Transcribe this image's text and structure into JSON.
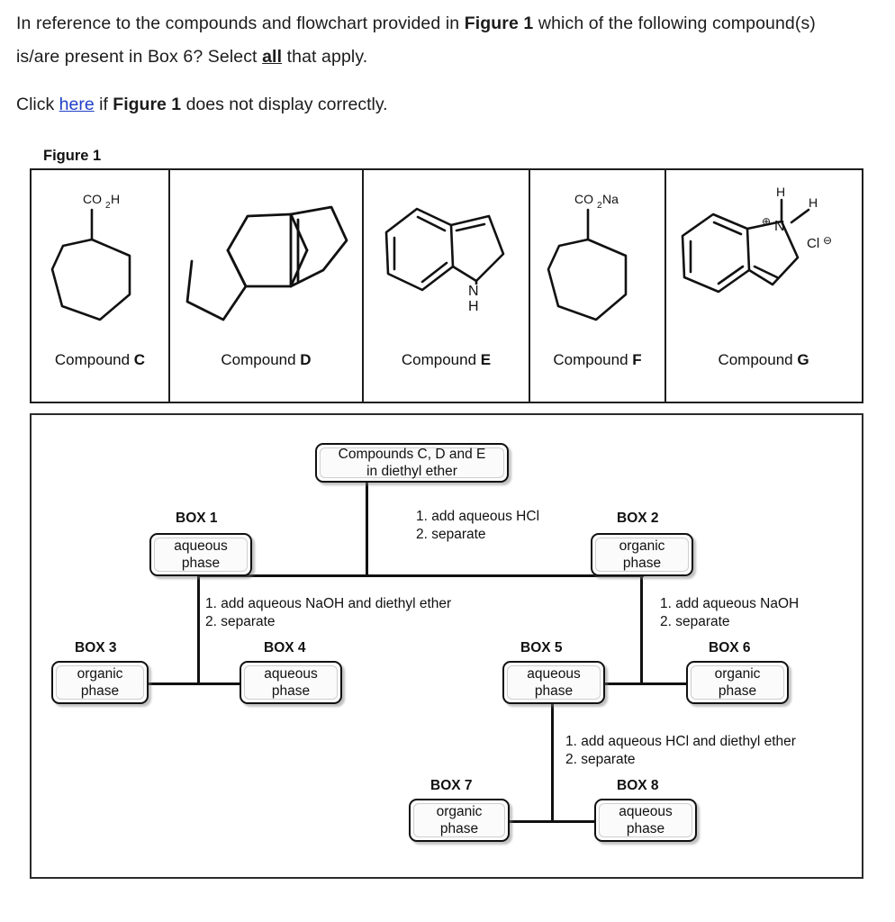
{
  "question": {
    "line1_a": "In reference to the compounds and flowchart provided in ",
    "line1_b": "Figure 1",
    "line1_c": " which of the following compound(s) is/are present in Box 6? Select ",
    "line1_d": "all",
    "line1_e": " that apply.",
    "click_a": "Click ",
    "click_link": "here",
    "click_b": " if ",
    "click_bold": "Figure 1",
    "click_c": " does not display correctly."
  },
  "figure": {
    "label": "Figure 1",
    "compounds": [
      {
        "id": "C",
        "label_prefix": "Compound ",
        "label_letter": "C",
        "formula": "CO2H",
        "structure": "cycloheptane-carboxylic-acid"
      },
      {
        "id": "D",
        "label_prefix": "Compound ",
        "label_letter": "D",
        "formula": "",
        "structure": "tricyclic-alkene"
      },
      {
        "id": "E",
        "label_prefix": "Compound ",
        "label_letter": "E",
        "formula": "N-H",
        "structure": "indole"
      },
      {
        "id": "F",
        "label_prefix": "Compound ",
        "label_letter": "F",
        "formula": "CO2Na",
        "structure": "sodium-cycloheptane-carboxylate"
      },
      {
        "id": "G",
        "label_prefix": "Compound ",
        "label_letter": "G",
        "formula": "N+H2 Cl-",
        "structure": "indolium-chloride"
      }
    ],
    "atom_labels": {
      "co2h_c": "C",
      "co2h_o": "O",
      "co2h_sub": "2",
      "co2h_h": "H",
      "co2na_c": "C",
      "co2na_o": "O",
      "co2na_sub": "2",
      "co2na_na": "Na",
      "nitrogen": "N",
      "hydrogen": "H",
      "chloride": "Cl",
      "plus_charge": "⊕",
      "minus_charge": "⊖"
    }
  },
  "flowchart": {
    "start_node": {
      "line1": "Compounds C, D and E",
      "line2": "in diethyl ether"
    },
    "steps": {
      "step_hcl": {
        "line1": "1. add aqueous HCl",
        "line2": "2. separate"
      },
      "step_naoh_ether": {
        "line1": "1. add aqueous NaOH and diethyl ether",
        "line2": "2. separate"
      },
      "step_naoh": {
        "line1": "1. add aqueous NaOH",
        "line2": "2. separate"
      },
      "step_hcl_ether": {
        "line1": "1. add aqueous HCl and diethyl ether",
        "line2": "2. separate"
      }
    },
    "boxes": [
      {
        "title": "BOX 1",
        "line1": "aqueous",
        "line2": "phase"
      },
      {
        "title": "BOX 2",
        "line1": "organic",
        "line2": "phase"
      },
      {
        "title": "BOX 3",
        "line1": "organic",
        "line2": "phase"
      },
      {
        "title": "BOX 4",
        "line1": "aqueous",
        "line2": "phase"
      },
      {
        "title": "BOX 5",
        "line1": "aqueous",
        "line2": "phase"
      },
      {
        "title": "BOX 6",
        "line1": "organic",
        "line2": "phase"
      },
      {
        "title": "BOX 7",
        "line1": "organic",
        "line2": "phase"
      },
      {
        "title": "BOX 8",
        "line1": "aqueous",
        "line2": "phase"
      }
    ]
  },
  "colors": {
    "link": "#2140c8",
    "text": "#1c1c1c",
    "line": "#111111",
    "border": "#1d1d1d"
  }
}
